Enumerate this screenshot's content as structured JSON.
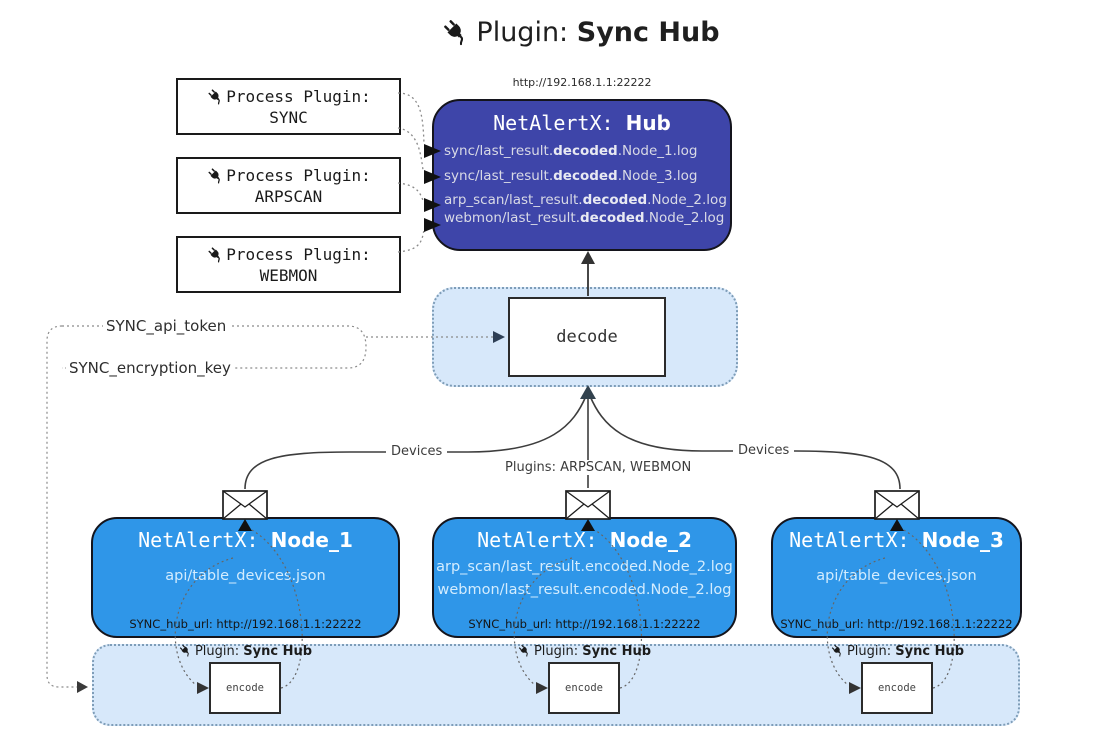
{
  "title": {
    "prefix": "Plugin:",
    "name": "Sync Hub"
  },
  "hub": {
    "url": "http://192.168.1.1:22222",
    "title_prefix": "NetAlertX:",
    "title_name": "Hub",
    "logs": [
      {
        "pre": "sync/last_result.",
        "bold": "decoded",
        "post": ".Node_1.log"
      },
      {
        "pre": "sync/last_result.",
        "bold": "decoded",
        "post": ".Node_3.log"
      },
      {
        "pre": "arp_scan/last_result.",
        "bold": "decoded",
        "post": ".Node_2.log"
      },
      {
        "pre": "webmon/last_result.",
        "bold": "decoded",
        "post": ".Node_2.log"
      }
    ]
  },
  "process_plugins": [
    {
      "label": "Process Plugin:",
      "name": "SYNC"
    },
    {
      "label": "Process Plugin:",
      "name": "ARPSCAN"
    },
    {
      "label": "Process Plugin:",
      "name": "WEBMON"
    }
  ],
  "decode": {
    "label": "decode"
  },
  "config": {
    "api_token": "SYNC_api_token",
    "encryption_key": "SYNC_encryption_key"
  },
  "edge_labels": {
    "devices_left": "Devices",
    "plugins_center": "Plugins: ARPSCAN, WEBMON",
    "devices_right": "Devices"
  },
  "nodes": [
    {
      "title_prefix": "NetAlertX:",
      "title_name": "Node_1",
      "files": [
        "api/table_devices.json"
      ],
      "hub_url": "SYNC_hub_url: http://192.168.1.1:22222"
    },
    {
      "title_prefix": "NetAlertX:",
      "title_name": "Node_2",
      "files": [
        "arp_scan/last_result.encoded.Node_2.log",
        "webmon/last_result.encoded.Node_2.log"
      ],
      "hub_url": "SYNC_hub_url: http://192.168.1.1:22222"
    },
    {
      "title_prefix": "NetAlertX:",
      "title_name": "Node_3",
      "files": [
        "api/table_devices.json"
      ],
      "hub_url": "SYNC_hub_url: http://192.168.1.1:22222"
    }
  ],
  "encode_strip": {
    "plugin_prefix": "Plugin:",
    "plugin_name": "Sync Hub",
    "encode_label": "encode"
  },
  "colors": {
    "hub_bg": "#3e45a9",
    "node_bg": "#2f96e8",
    "container_bg": "#d7e8fa",
    "line": "#3d3d3d",
    "arrowhead_dark": "#32424e"
  }
}
